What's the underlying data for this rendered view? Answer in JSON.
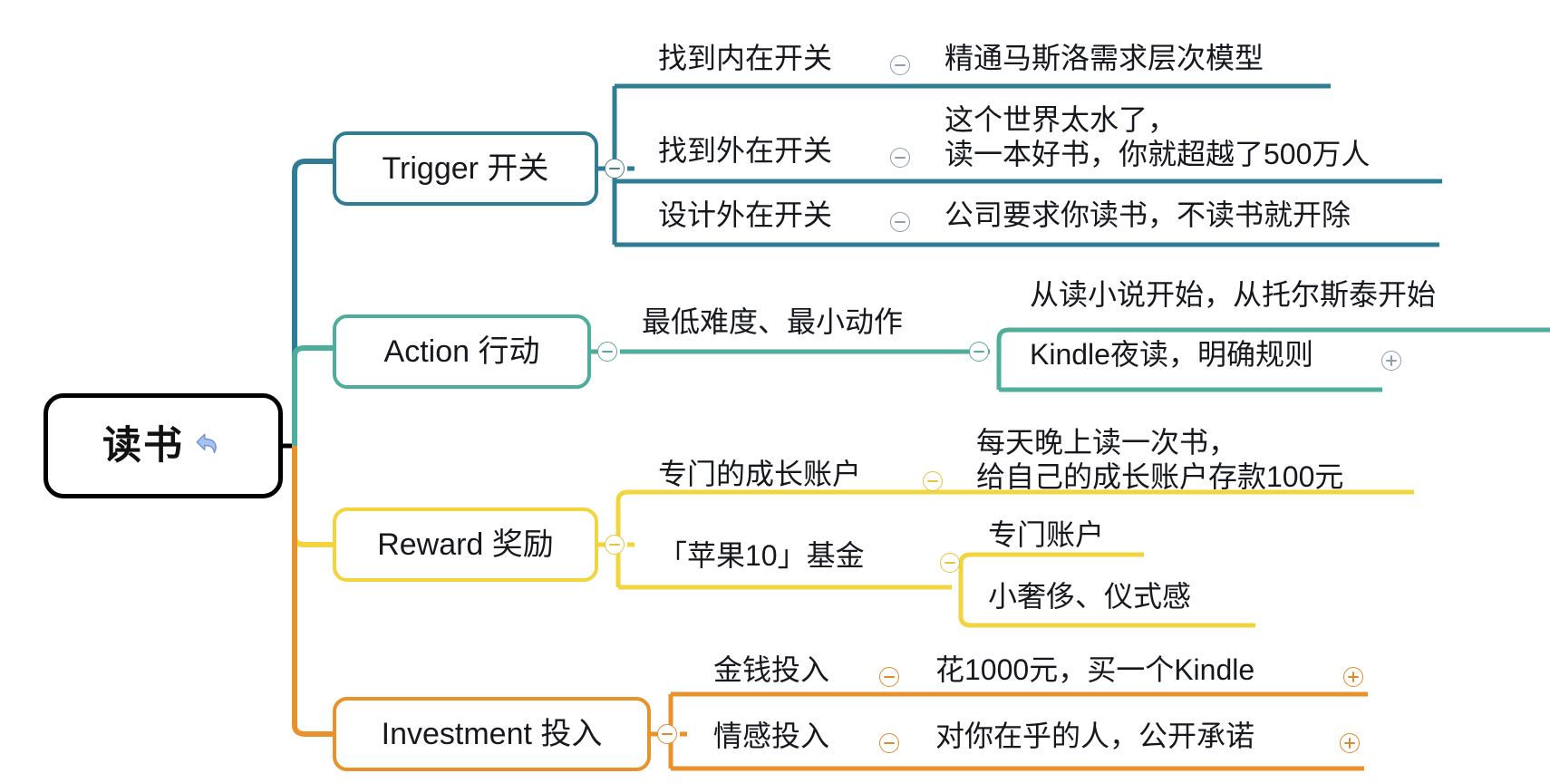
{
  "theme": {
    "background": "#ffffff",
    "root_border": "#000000",
    "text": "#16181d",
    "branch_colors": {
      "trigger": "#2f7c95",
      "action": "#4fad9b",
      "reward": "#f2d43f",
      "investment": "#e8922c"
    },
    "toggle_grey": "#7d8ba0"
  },
  "root": {
    "label": "读书",
    "icon": "rotate-refresh-icon",
    "icon_color": "#7ea6e0"
  },
  "branches": [
    {
      "id": "trigger",
      "label": "Trigger 开关",
      "color": "#2f7c95",
      "toggle": "collapse",
      "children": [
        {
          "label": "找到内在开关",
          "toggle": "collapse",
          "children": [
            {
              "label": "精通马斯洛需求层次模型",
              "toggle": null
            }
          ]
        },
        {
          "label": "找到外在开关",
          "toggle": "collapse",
          "children": [
            {
              "label": "这个世界太水了，\n读一本好书，你就超越了500万人",
              "toggle": null
            }
          ]
        },
        {
          "label": "设计外在开关",
          "toggle": "collapse",
          "children": [
            {
              "label": "公司要求你读书，不读书就开除",
              "toggle": null
            }
          ]
        }
      ]
    },
    {
      "id": "action",
      "label": "Action 行动",
      "color": "#4fad9b",
      "toggle": "collapse",
      "children": [
        {
          "label": "最低难度、最小动作",
          "toggle": "collapse",
          "children": [
            {
              "label": "从读小说开始，从托尔斯泰开始",
              "toggle": null
            },
            {
              "label": "Kindle夜读，明确规则",
              "toggle": "expand"
            }
          ]
        }
      ]
    },
    {
      "id": "reward",
      "label": "Reward 奖励",
      "color": "#f2d43f",
      "toggle": "collapse",
      "children": [
        {
          "label": "专门的成长账户",
          "toggle": "collapse",
          "children": [
            {
              "label": "每天晚上读一次书，\n给自己的成长账户存款100元",
              "toggle": null
            }
          ]
        },
        {
          "label": "「苹果10」基金",
          "toggle": "collapse",
          "children": [
            {
              "label": "专门账户",
              "toggle": null
            },
            {
              "label": "小奢侈、仪式感",
              "toggle": null
            }
          ]
        }
      ]
    },
    {
      "id": "investment",
      "label": "Investment 投入",
      "color": "#e8922c",
      "toggle": "collapse",
      "children": [
        {
          "label": "金钱投入",
          "toggle": "collapse",
          "children": [
            {
              "label": "花1000元，买一个Kindle",
              "toggle": "expand"
            }
          ]
        },
        {
          "label": "情感投入",
          "toggle": "collapse",
          "children": [
            {
              "label": "对你在乎的人，公开承诺",
              "toggle": "expand"
            }
          ]
        }
      ]
    }
  ]
}
